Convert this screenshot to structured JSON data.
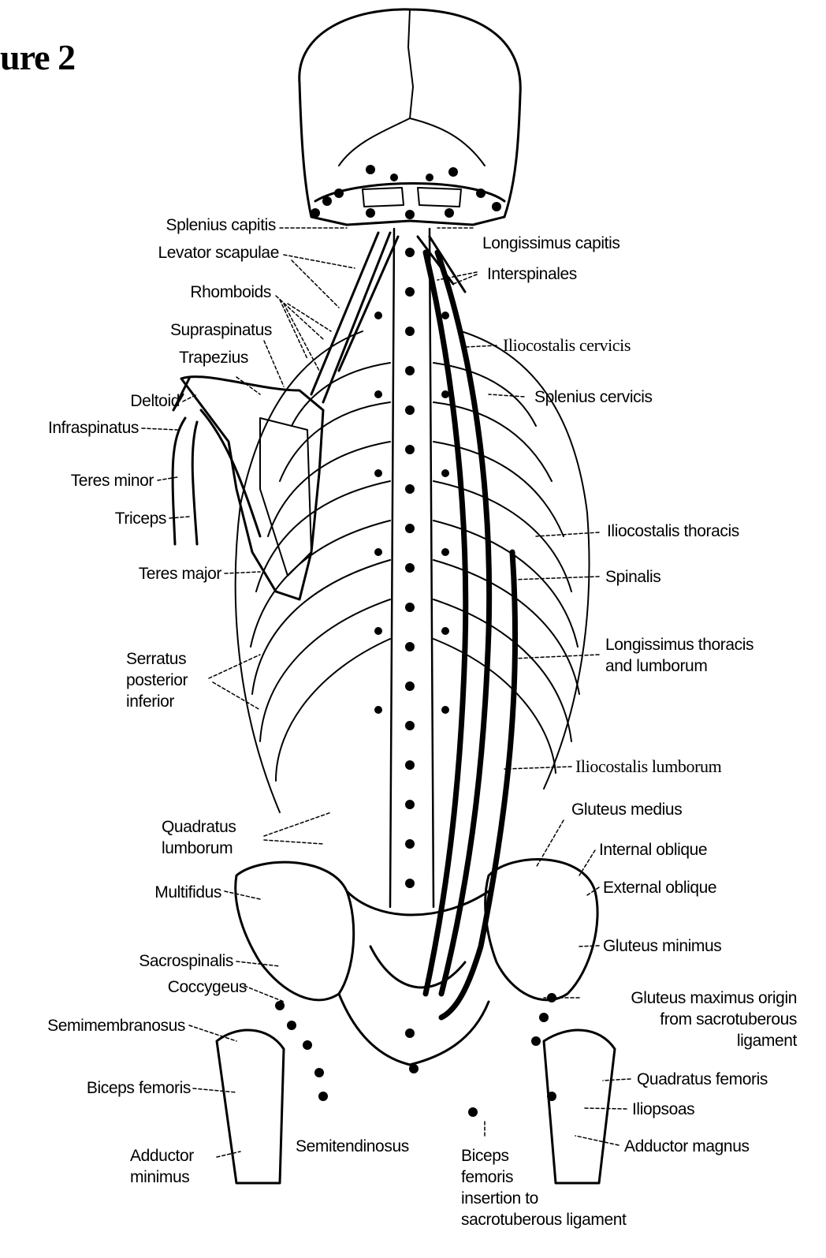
{
  "figure": {
    "title": "ure 2"
  },
  "labels": {
    "splenius_capitis": "Splenius capitis",
    "levator_scapulae": "Levator scapulae",
    "rhomboids": "Rhomboids",
    "supraspinatus": "Supraspinatus",
    "trapezius": "Trapezius",
    "deltoid": "Deltoid",
    "infraspinatus": "Infraspinatus",
    "teres_minor": "Teres minor",
    "triceps": "Triceps",
    "teres_major": "Teres major",
    "serratus_line1": "Serratus",
    "serratus_line2": "posterior",
    "serratus_line3": "inferior",
    "quadratus_lumborum_line1": "Quadratus",
    "quadratus_lumborum_line2": "lumborum",
    "multifidus": "Multifidus",
    "sacrospinalis": "Sacrospinalis",
    "coccygeus": "Coccygeus",
    "semimembranosus": "Semimembranosus",
    "biceps_femoris": "Biceps femoris",
    "adductor_minimus_line1": "Adductor",
    "adductor_minimus_line2": "minimus",
    "semitendinosus": "Semitendinosus",
    "biceps_insertion_line1": "Biceps",
    "biceps_insertion_line2": "femoris",
    "biceps_insertion_line3": "insertion to",
    "biceps_insertion_line4": "sacrotuberous ligament",
    "longissimus_capitis": "Longissimus capitis",
    "interspinales": "Interspinales",
    "iliocostalis_cervicis": "Iliocostalis cervicis",
    "splenius_cervicis": "Splenius cervicis",
    "iliocostalis_thoracis": "Iliocostalis thoracis",
    "spinalis": "Spinalis",
    "longissimus_tl_line1": "Longissimus thoracis",
    "longissimus_tl_line2": "and lumborum",
    "iliocostalis_lumborum": "Iliocostalis lumborum",
    "gluteus_medius": "Gluteus medius",
    "internal_oblique": "Internal oblique",
    "external_oblique": "External oblique",
    "gluteus_minimus": "Gluteus minimus",
    "gluteus_maximus_line1": "Gluteus maximus origin",
    "gluteus_maximus_line2": "from sacrotuberous",
    "gluteus_maximus_line3": "ligament",
    "quadratus_femoris": "Quadratus femoris",
    "iliopsoas": "Iliopsoas",
    "adductor_magnus": "Adductor magnus"
  },
  "colors": {
    "ink": "#000000",
    "paper": "#ffffff"
  }
}
